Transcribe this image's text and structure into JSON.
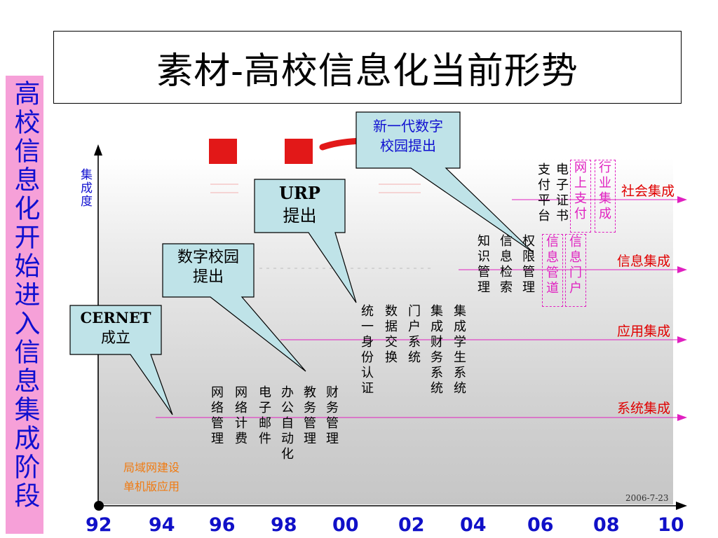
{
  "title": "素材-高校信息化当前形势",
  "side_banner": "高校信息化开始进入信息集成阶段",
  "y_axis_label": "集成度",
  "levels": [
    {
      "label": "社会集成"
    },
    {
      "label": "信息集成"
    },
    {
      "label": "应用集成"
    },
    {
      "label": "系统集成"
    }
  ],
  "years": [
    "92",
    "94",
    "96",
    "98",
    "00",
    "02",
    "04",
    "06",
    "08",
    "10"
  ],
  "callouts": {
    "cernet": {
      "line1": "CERNET",
      "line2": "成立"
    },
    "digital_campus": {
      "line1": "数字校园",
      "line2": "提出"
    },
    "urp": {
      "line1": "URP",
      "line2": "提出"
    },
    "new_gen": {
      "line1": "新一代数字",
      "line2": "校园提出"
    }
  },
  "system_items": [
    "网络管理",
    "网络计费",
    "电子邮件",
    "办公自动化",
    "教务管理",
    "财务管理"
  ],
  "application_items": [
    "统一身份认证",
    "数据交换",
    "门户系统",
    "集成财务系统",
    "集成学生系统"
  ],
  "information_items": [
    "知识管理",
    "信息检索",
    "权限管理"
  ],
  "information_dashed_items": [
    "信息管道",
    "信息门户"
  ],
  "social_items": [
    "支付平台",
    "电子证书"
  ],
  "social_dashed_items": [
    "网上支付",
    "行业集成"
  ],
  "early_note": {
    "line1": "局域网建设",
    "line2": "单机版应用"
  },
  "date": "2006-7-23",
  "colors": {
    "banner_bg": "#f6a0d8",
    "banner_text": "#1010d0",
    "level_label": "#e00000",
    "arrow": "#e020c0",
    "year": "#1010c8",
    "callout_fill": "#bfe3e8",
    "dashed": "#e020c0"
  }
}
